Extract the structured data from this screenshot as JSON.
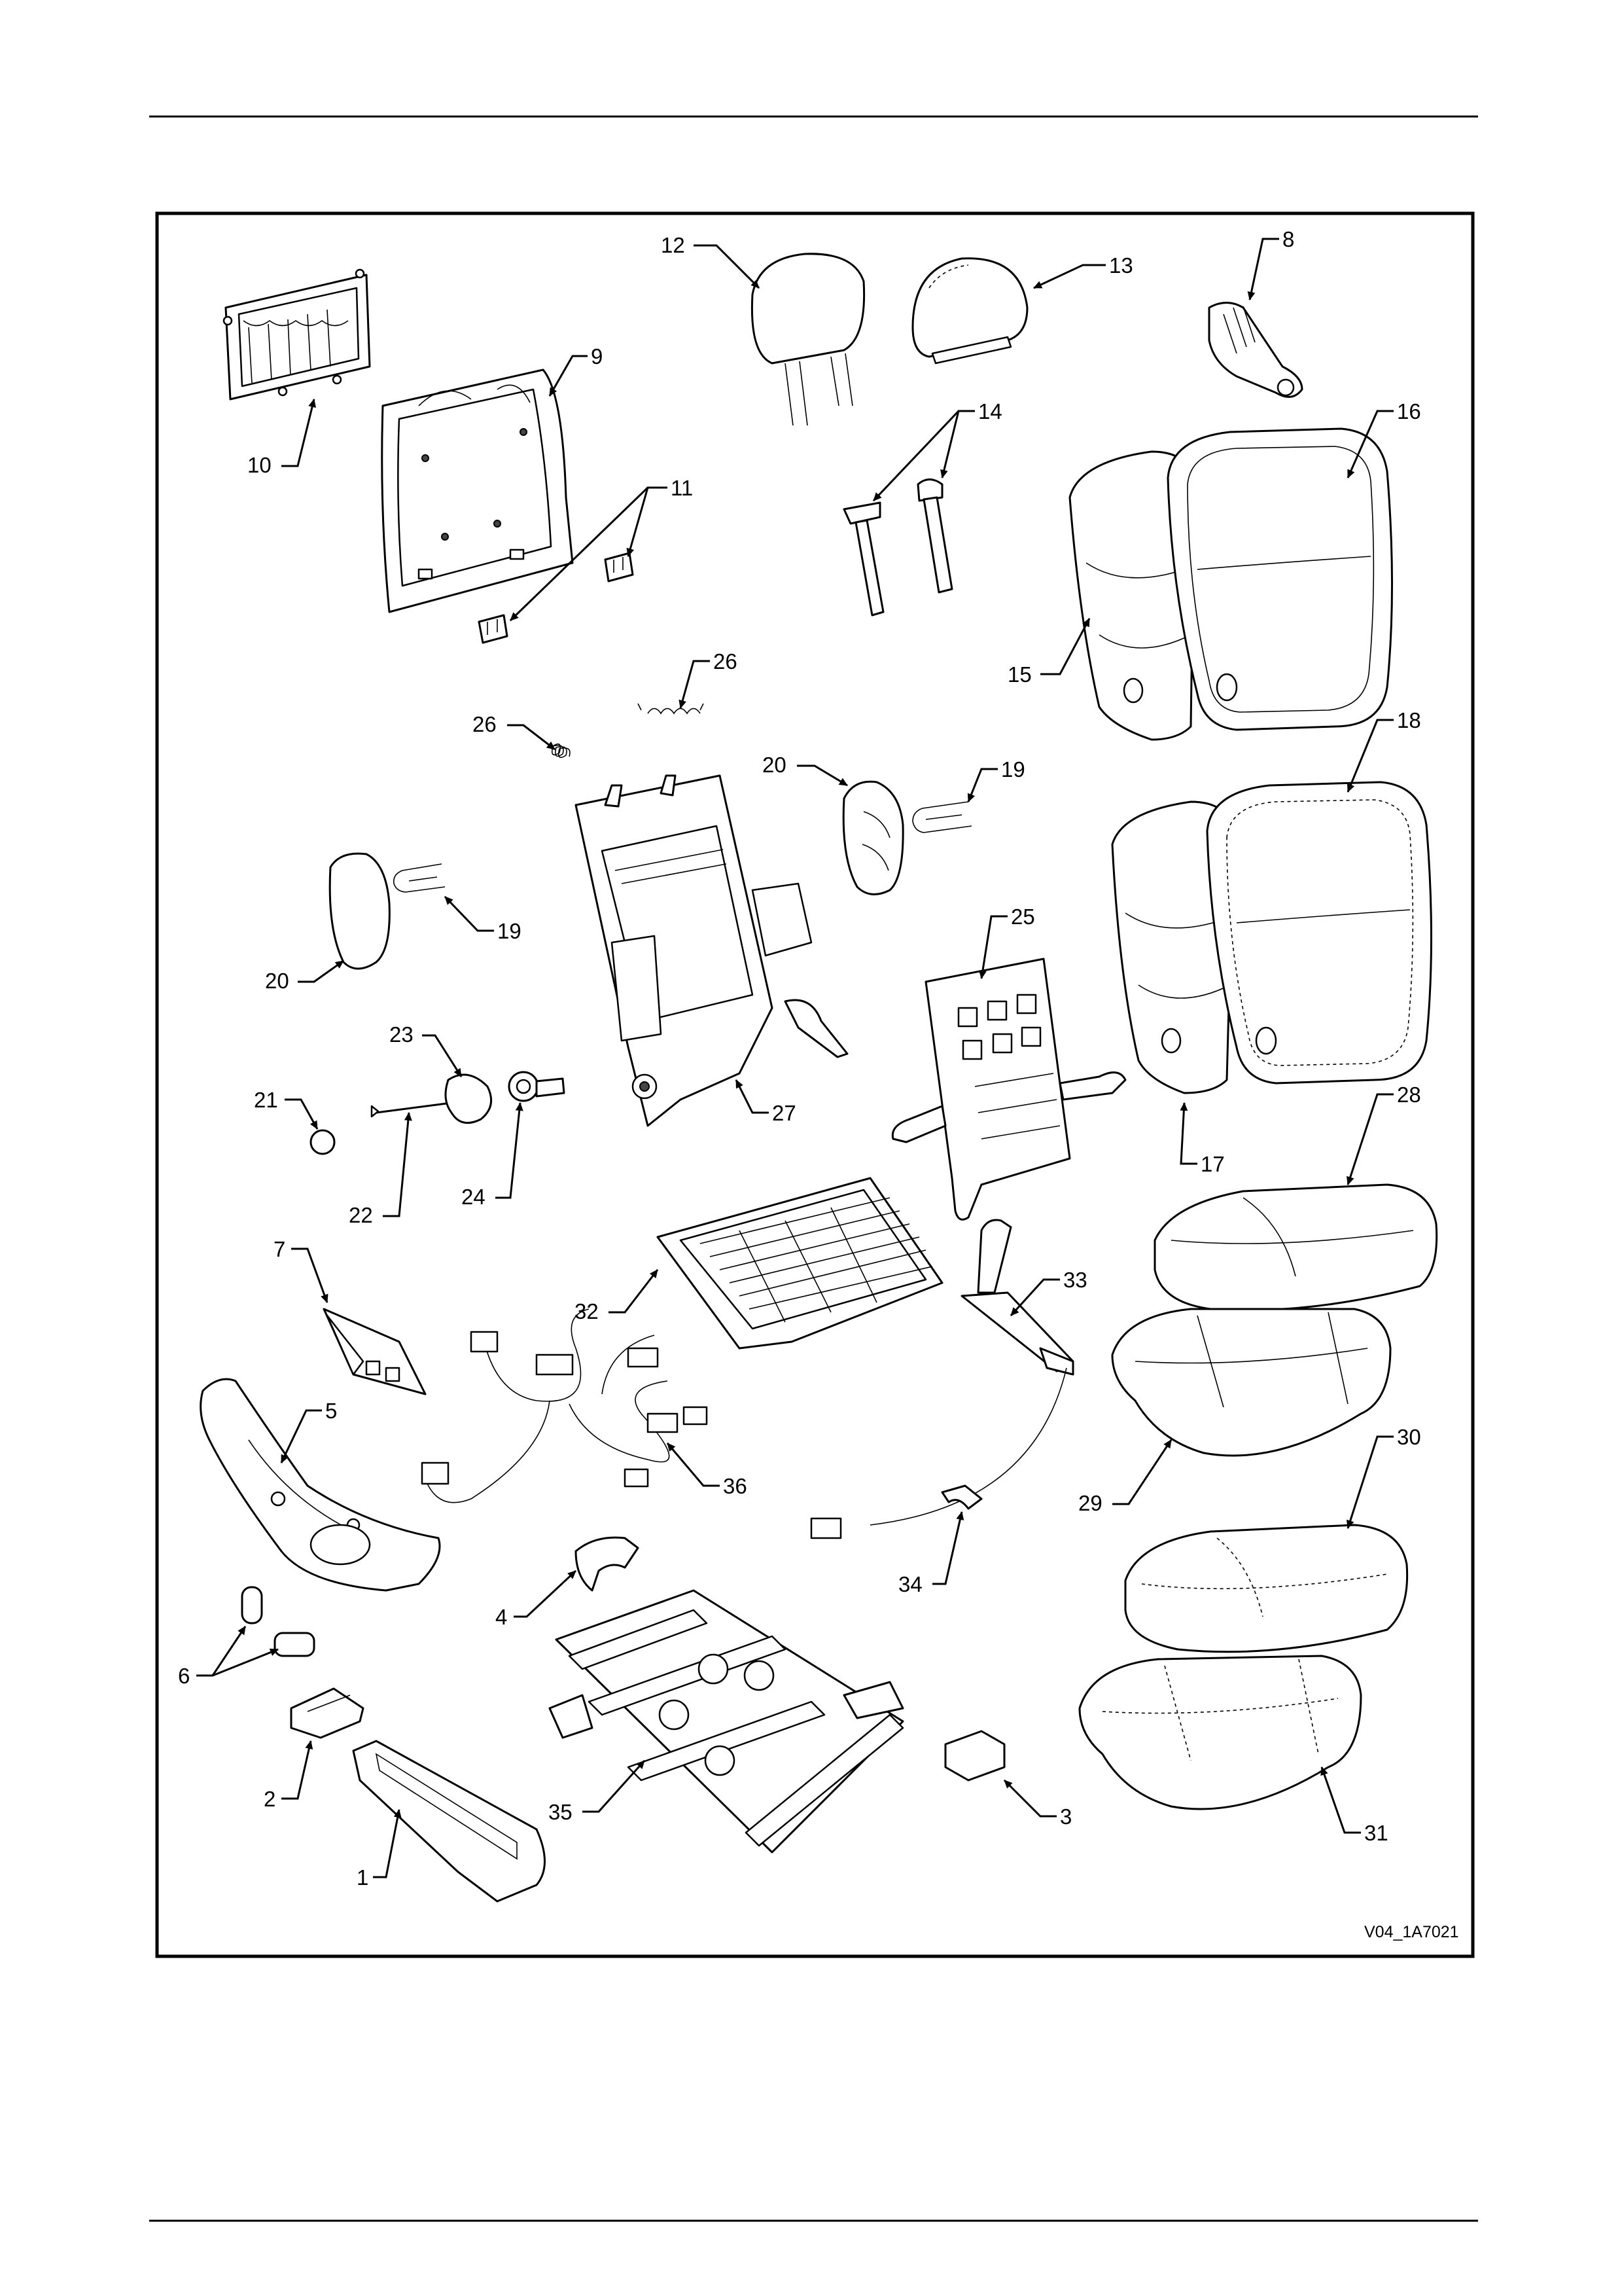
{
  "diagram": {
    "reference_code": "V04_1A7021",
    "callouts": [
      "1",
      "2",
      "3",
      "4",
      "5",
      "6",
      "7",
      "8",
      "9",
      "10",
      "11",
      "12",
      "13",
      "14",
      "15",
      "16",
      "17",
      "18",
      "19",
      "20",
      "21",
      "22",
      "23",
      "24",
      "25",
      "26",
      "27",
      "28",
      "29",
      "30",
      "31",
      "32",
      "33",
      "34",
      "35",
      "36"
    ],
    "repeated_callouts": [
      "11",
      "14",
      "19",
      "20",
      "26",
      "6"
    ]
  }
}
